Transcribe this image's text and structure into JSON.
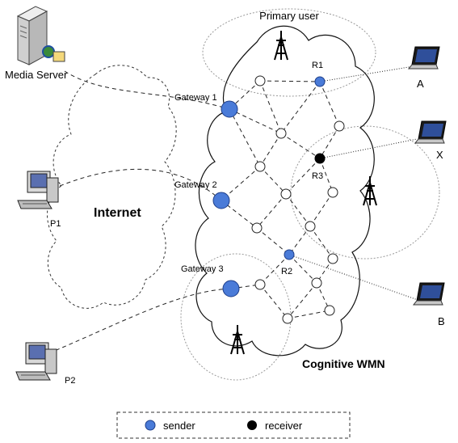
{
  "labels": {
    "primary_user": "Primary user",
    "media_server": "Media Server",
    "internet": "Internet",
    "cognitive_wmn": "Cognitive WMN",
    "gateway1": "Gateway 1",
    "gateway2": "Gateway 2",
    "gateway3": "Gateway 3",
    "r1": "R1",
    "r2": "R2",
    "r3": "R3",
    "laptop_a": "A",
    "laptop_x": "X",
    "laptop_b": "B",
    "pc_p1": "P1",
    "pc_p2": "P2"
  },
  "legend": {
    "sender": "sender",
    "receiver": "receiver"
  },
  "colors": {
    "sender": "#4a7bd8",
    "receiver": "#000000",
    "relay": "#ffffff"
  },
  "icons": [
    "server-icon",
    "desktop-pc-icon",
    "laptop-icon",
    "antenna-tower-icon",
    "cloud-shape"
  ]
}
